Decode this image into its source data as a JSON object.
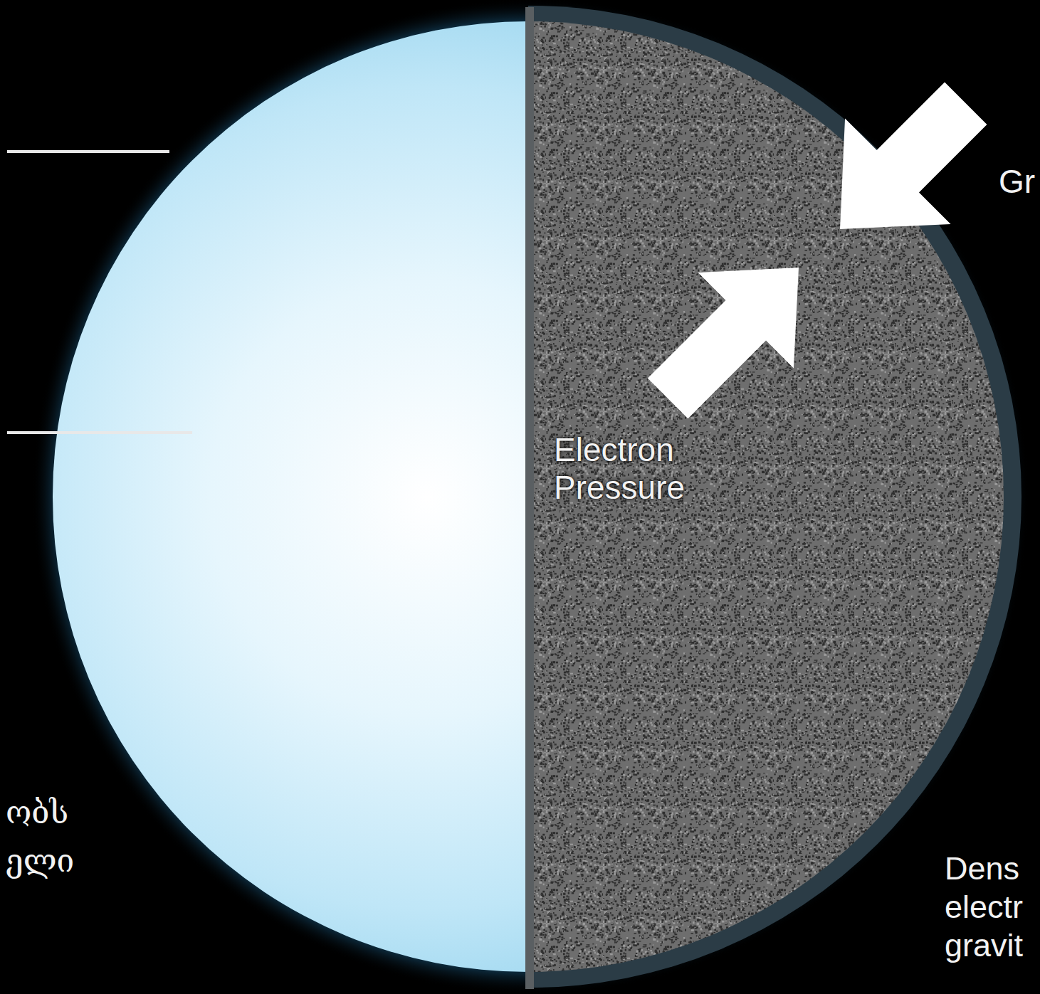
{
  "diagram": {
    "labels": [
      "Gr",
      "Electron Pressure",
      "ობს ელი",
      "Dens electr gravit"
    ]
  }
}
